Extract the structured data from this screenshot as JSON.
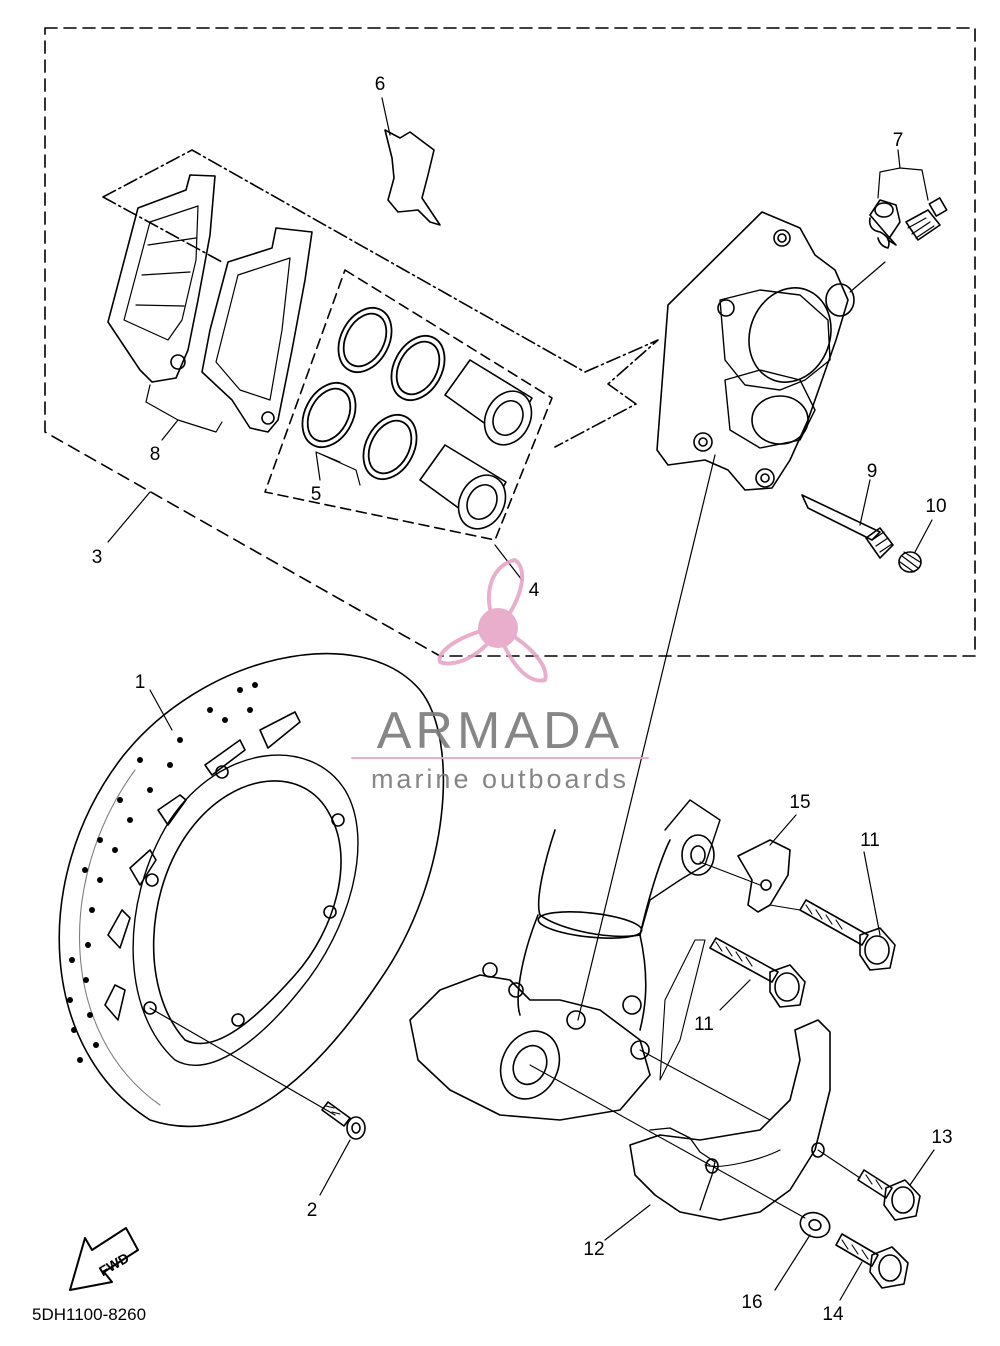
{
  "diagram_code": "5DH1100-8260",
  "fwd_label": "FWD",
  "watermark": {
    "brand": "ARMADA",
    "tagline": "marine outboards",
    "color": "#e8a6c8",
    "text_color": "#7a7a7a"
  },
  "callouts": [
    {
      "id": "1",
      "text": "1"
    },
    {
      "id": "2",
      "text": "2"
    },
    {
      "id": "3",
      "text": "3"
    },
    {
      "id": "4",
      "text": "4"
    },
    {
      "id": "5",
      "text": "5"
    },
    {
      "id": "6",
      "text": "6"
    },
    {
      "id": "7",
      "text": "7"
    },
    {
      "id": "8",
      "text": "8"
    },
    {
      "id": "9",
      "text": "9"
    },
    {
      "id": "10",
      "text": "10"
    },
    {
      "id": "11a",
      "text": "11"
    },
    {
      "id": "11b",
      "text": "11"
    },
    {
      "id": "12",
      "text": "12"
    },
    {
      "id": "13",
      "text": "13"
    },
    {
      "id": "14",
      "text": "14"
    },
    {
      "id": "15",
      "text": "15"
    },
    {
      "id": "16",
      "text": "16"
    }
  ]
}
